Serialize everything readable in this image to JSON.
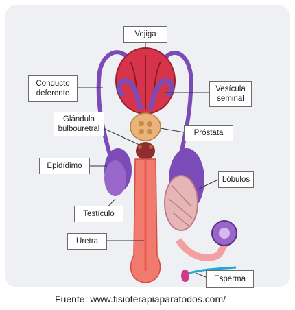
{
  "labels": {
    "vejiga": "Vejiga",
    "conducto": "Conducto\ndeferente",
    "vesicula": "Vesícula\nseminal",
    "glandula": "Glándula\nbulbouretral",
    "prostata": "Próstata",
    "epididimo": "Epidídimo",
    "lobulos": "Lóbulos",
    "testiculo": "Testículo",
    "uretra": "Uretra",
    "esperma": "Esperma"
  },
  "source": "Fuente: www.fisioterapiaparatodos.com/",
  "colors": {
    "card_background": "#eef0f3",
    "vas_deferens": "#7b4bb7",
    "bladder": "#d5344a",
    "urethra": "#f07a6e",
    "prostate": "#e9b47a",
    "testicle": "#9867c9",
    "sperm": "#20a8d8"
  }
}
